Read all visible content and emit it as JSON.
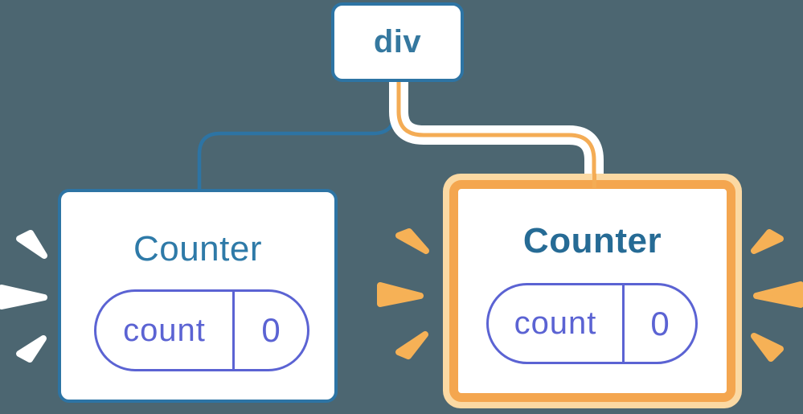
{
  "diagram": {
    "root_node": {
      "label": "div"
    },
    "left_component": {
      "title": "Counter",
      "state": {
        "key": "count",
        "value": "0"
      },
      "highlighted": false
    },
    "right_component": {
      "title": "Counter",
      "state": {
        "key": "count",
        "value": "0"
      },
      "highlighted": true
    },
    "colors": {
      "background": "#4C6671",
      "node_border_blue": "#2D74A4",
      "node_text_blue": "#35789F",
      "title_blue_plain": "#2E7AA8",
      "title_blue_bold": "#266B95",
      "state_indigo": "#5B63D3",
      "highlight_orange": "#F4A64F",
      "highlight_ring_peach": "#FBD9A3",
      "connector_orange": "#F4AC55",
      "burst_orange": "#F6B156",
      "burst_white": "#FFFFFF"
    }
  }
}
